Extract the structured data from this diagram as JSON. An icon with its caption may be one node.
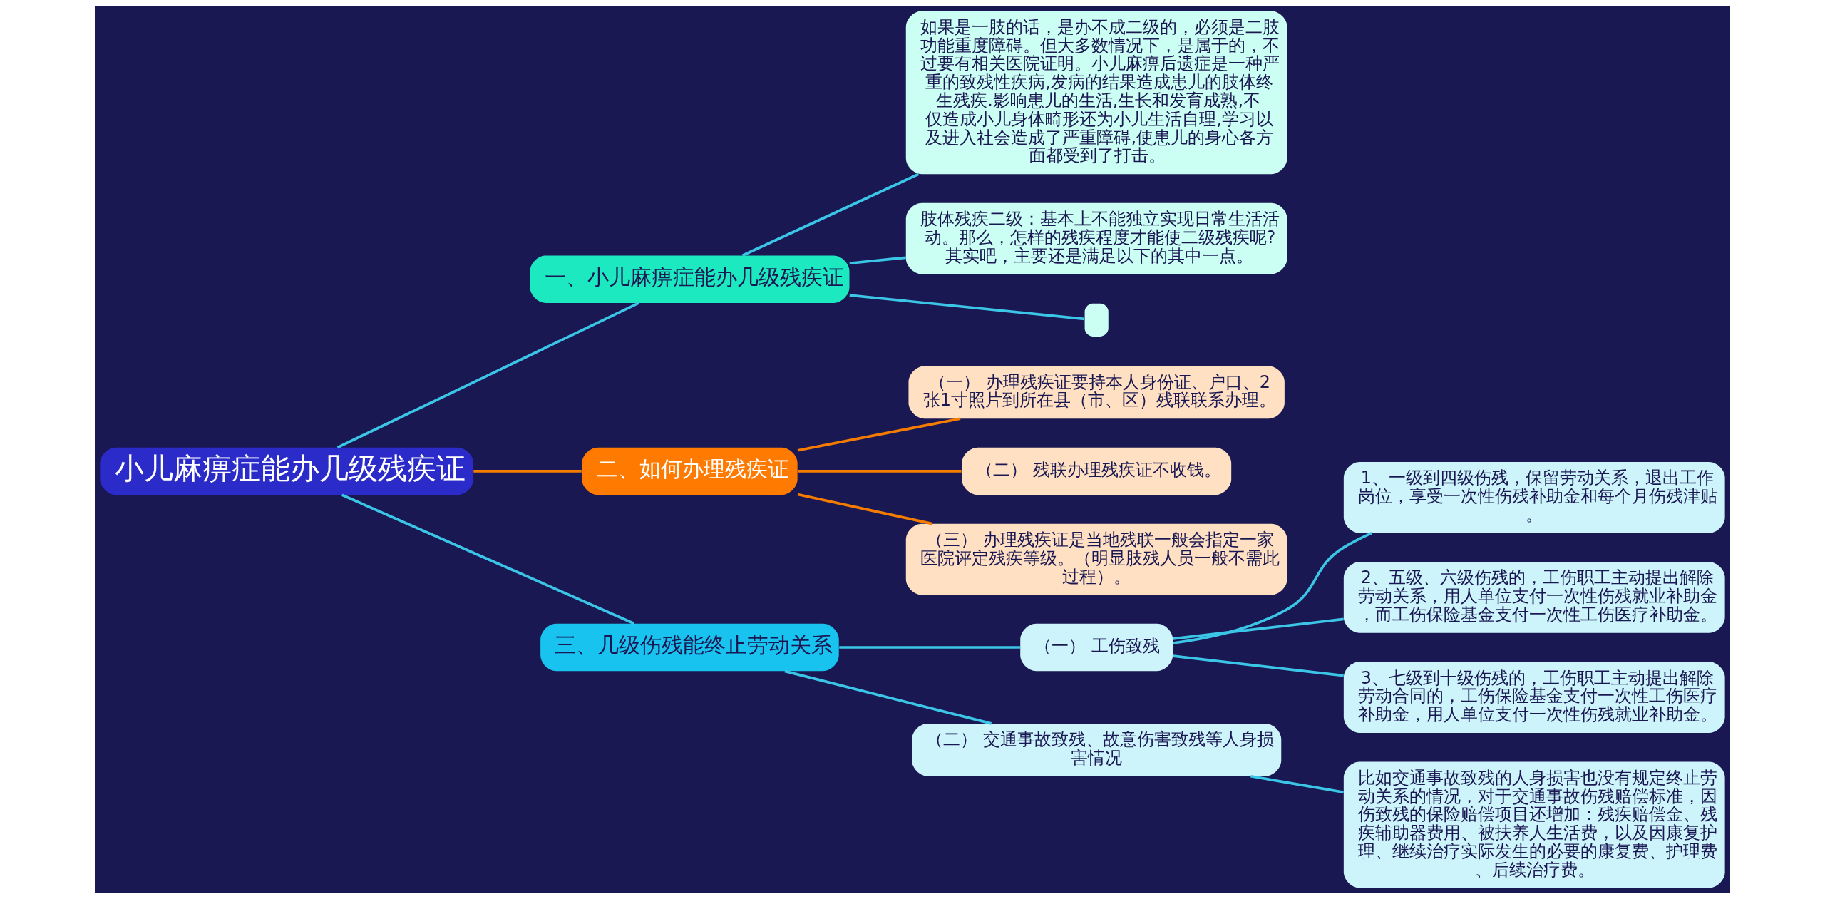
{
  "diagram": {
    "nodes": [
      {
        "text": [
          "小儿麻痹症能办几级残疾证"
        ]
      },
      {
        "text": [
          "一、小儿麻痹症能办几级残疾证"
        ]
      },
      {
        "text": [
          "如果是一肢的话，是办不成二级的，必须是二肢功能重度障碍。但大多数情况下，是属于的，不过要有相关医院证明。小儿麻痹后遗症是一种严重的致残性疾病,发病的结果造成患儿的肢体终生残疾.影响患儿的生活,生长和发育成熟,不仅造成小儿身体畸形还为小儿生活自理,学习以及进入社会造成了严重障碍,使患儿的身心各方面都受到了打击。"
        ]
      },
      {
        "text": [
          "肢体残疾二级：基本上不能独立实现日常生活活动。那么，怎样的残疾程度才能使二级残疾呢?其实吧，主要还是满足以下的其中一点。"
        ]
      },
      {
        "text": [],
        "shape": "box"
      },
      {
        "text": [
          "二、如何办理残疾证"
        ]
      },
      {
        "text": [
          "（一） 办理残疾证要持本人身份证、户口、2张1寸照片到所在县（市、区）残联联系办理。"
        ]
      },
      {
        "text": [
          "（二） 残联办理残疾证不收钱。"
        ]
      },
      {
        "text": [
          "（三） 办理残疾证是当地残联一般会指定一家医院评定残疾等级。（明显肢残人员一般不需此过程）。"
        ]
      },
      {
        "text": [
          "三、几级伤残能终止劳动关系"
        ]
      },
      {
        "text": [
          "（一） 工伤致残"
        ]
      },
      {
        "text": [
          "1、一级到四级伤残，保留劳动关系，退出工作岗位，享受一次性伤残补助金和每个月伤残津贴。"
        ]
      },
      {
        "text": [
          "2、五级、六级伤残的，工伤职工主动提出解除劳动关系，用人单位支付一次性伤残就业补助金，而工伤保险基金支付一次性工伤医疗补助金。"
        ]
      },
      {
        "text": [
          "3、七级到十级伤残的，工伤职工主动提出解除劳动合同的，工伤保险基金支付一次性工伤医疗补助金，用人单位支付一次性伤残就业补助金。"
        ]
      },
      {
        "text": [
          "（二） 交通事故致残、故意伤害致残等人身损害情况"
        ]
      },
      {
        "text": [
          "比如交通事故致残的人身损害也没有规定终止劳动关系的情况，对于交通事故伤残赔偿标准，因伤致残的保险赔偿项目还增加：残疾赔偿金、残疾辅助器费用、被扶养人生活费，以及因康复护理、继续治疗实际发生的必要的康复费、护理费、后续治疗费。"
        ]
      }
    ],
    "edges": [
      {
        "from": 0,
        "to": 1,
        "arrow": "none"
      },
      {
        "from": 1,
        "to": 2,
        "arrow": "none"
      },
      {
        "from": 1,
        "to": 3,
        "arrow": "none"
      },
      {
        "from": 1,
        "to": 4,
        "arrow": "none"
      },
      {
        "from": 0,
        "to": 5,
        "arrow": "none",
        "color": "#f57c00"
      },
      {
        "from": 5,
        "to": 6,
        "arrow": "none",
        "color": "#f57c00"
      },
      {
        "from": 5,
        "to": 7,
        "arrow": "none",
        "color": "#f57c00"
      },
      {
        "from": 5,
        "to": 8,
        "arrow": "none",
        "color": "#f57c00"
      },
      {
        "from": 0,
        "to": 9,
        "arrow": "none"
      },
      {
        "from": 9,
        "to": 10,
        "arrow": "none"
      },
      {
        "from": 10,
        "to": 11,
        "arrow": "none"
      },
      {
        "from": 10,
        "to": 12,
        "arrow": "none"
      },
      {
        "from": 10,
        "to": 13,
        "arrow": "none"
      },
      {
        "from": 9,
        "to": 14,
        "arrow": "none"
      },
      {
        "from": 14,
        "to": 15,
        "arrow": "none"
      }
    ]
  }
}
